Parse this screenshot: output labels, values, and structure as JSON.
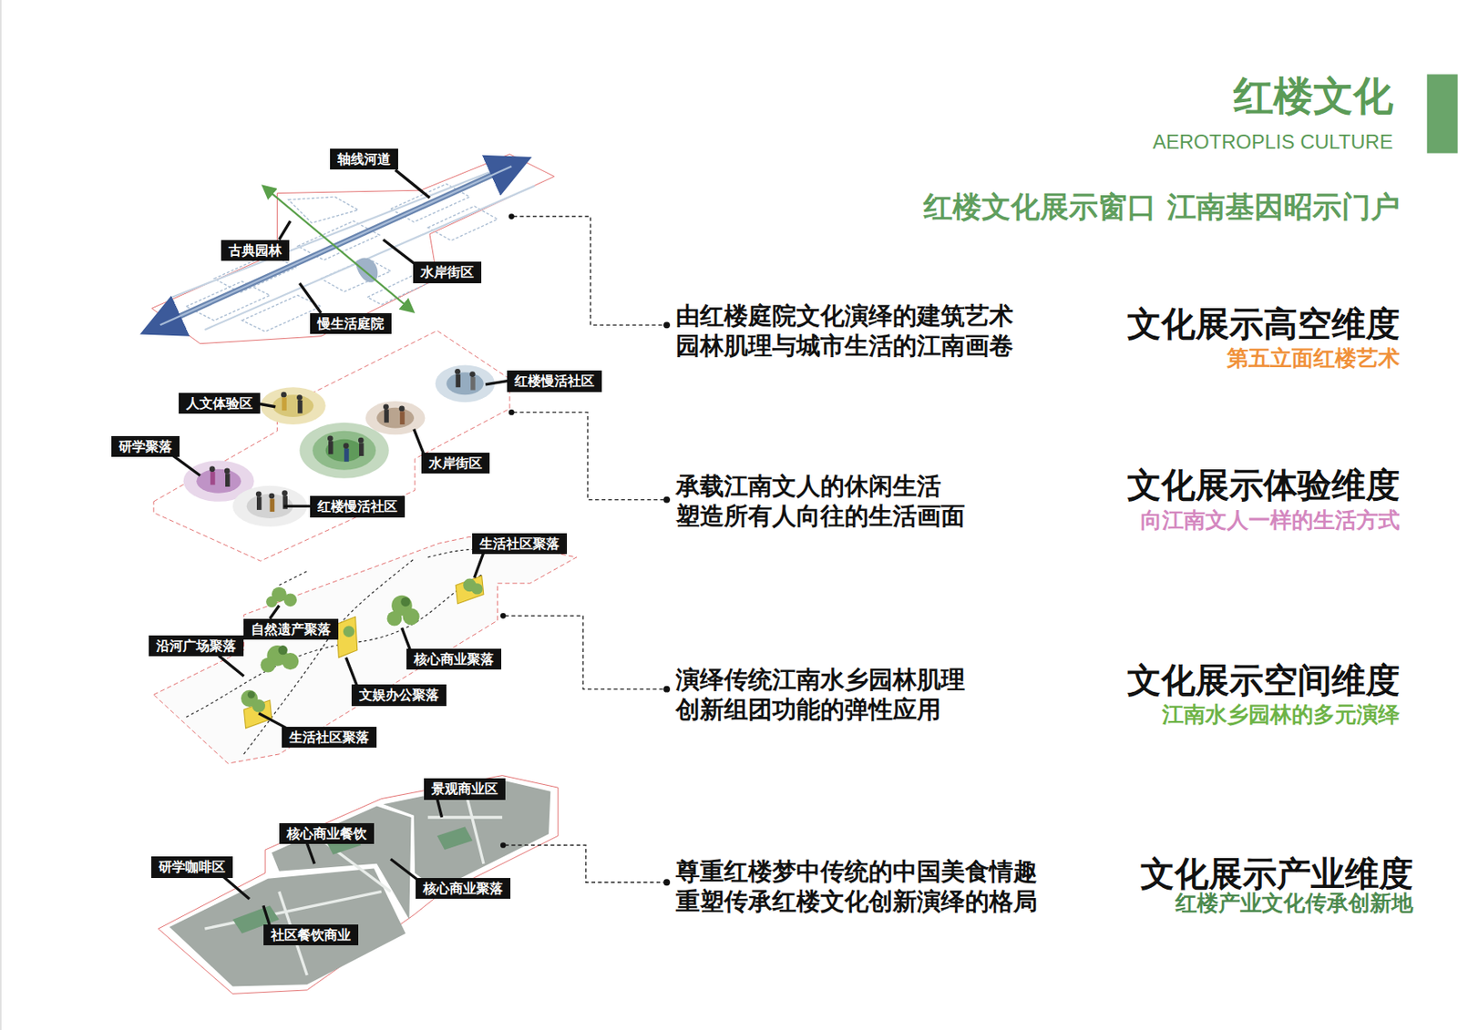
{
  "diagram": {
    "title": "红楼文化",
    "nodes": [
      {
        "text": [
          "轴线河道"
        ]
      },
      {
        "text": [
          "古典园林"
        ]
      },
      {
        "text": [
          "水岸街区"
        ]
      },
      {
        "text": [
          "慢生活庭院"
        ]
      },
      {
        "text": [
          "红楼慢活社区"
        ]
      },
      {
        "text": [
          "人文体验区"
        ]
      },
      {
        "text": [
          "研学聚落"
        ]
      },
      {
        "text": [
          "水岸街区"
        ]
      },
      {
        "text": [
          "红楼慢活社区"
        ]
      },
      {
        "text": [
          "生活社区聚落"
        ]
      },
      {
        "text": [
          "自然遗产聚落"
        ]
      },
      {
        "text": [
          "沿河广场聚落"
        ]
      },
      {
        "text": [
          "核心商业聚落"
        ]
      },
      {
        "text": [
          "文娱办公聚落"
        ]
      },
      {
        "text": [
          "生活社区聚落"
        ]
      },
      {
        "text": [
          "景观商业区"
        ]
      },
      {
        "text": [
          "核心商业餐饮"
        ]
      },
      {
        "text": [
          "研学咖啡区"
        ]
      },
      {
        "text": [
          "核心商业聚落"
        ]
      },
      {
        "text": [
          "社区餐饮商业"
        ]
      }
    ],
    "labels": [
      "AEROTROPLIS CULTURE",
      "红楼文化展示窗口 江南基因昭示门户",
      "由红楼庭院文化演绎的建筑艺术 园林肌理与城市生活的江南画卷",
      "文化展示高空维度",
      "第五立面红楼艺术",
      "承载江南文人的休闲生活 塑造所有人向往的生活画面",
      "文化展示体验维度",
      "向江南文人一样的生活方式",
      "演绎传统江南水乡园林肌理 创新组团功能的弹性应用",
      "文化展示空间维度",
      "江南水乡园林的多元演绎",
      "尊重红楼梦中传统的中国美食情趣 重塑传承红楼文化创新演绎的格局",
      "文化展示产业维度",
      "红楼产业文化传承创新地"
    ]
  }
}
